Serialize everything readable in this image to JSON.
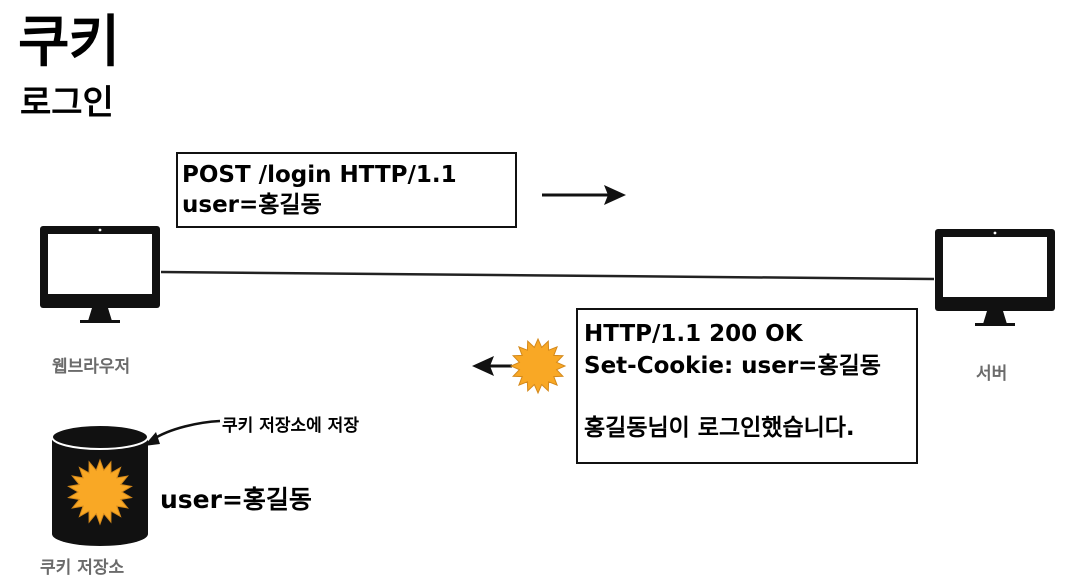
{
  "title": "쿠키",
  "subtitle": "로그인",
  "request": {
    "line1": "POST /login HTTP/1.1",
    "line2": "user=홍길동"
  },
  "response": {
    "line1": "HTTP/1.1 200 OK",
    "line2": "Set-Cookie: user=홍길동",
    "line3": "홍길동님이 로그인했습니다."
  },
  "client_label": "웹브라우저",
  "server_label": "서버",
  "annotation": "쿠키 저장소에 저장",
  "stored_value": "user=홍길동",
  "storage_label": "쿠키 저장소",
  "colors": {
    "cookie": "#F9A825",
    "ink": "#111111",
    "caption": "#6b6b6b"
  },
  "icons": [
    "client-monitor-icon",
    "server-monitor-icon",
    "cookie-icon",
    "cookie-jar-icon"
  ]
}
